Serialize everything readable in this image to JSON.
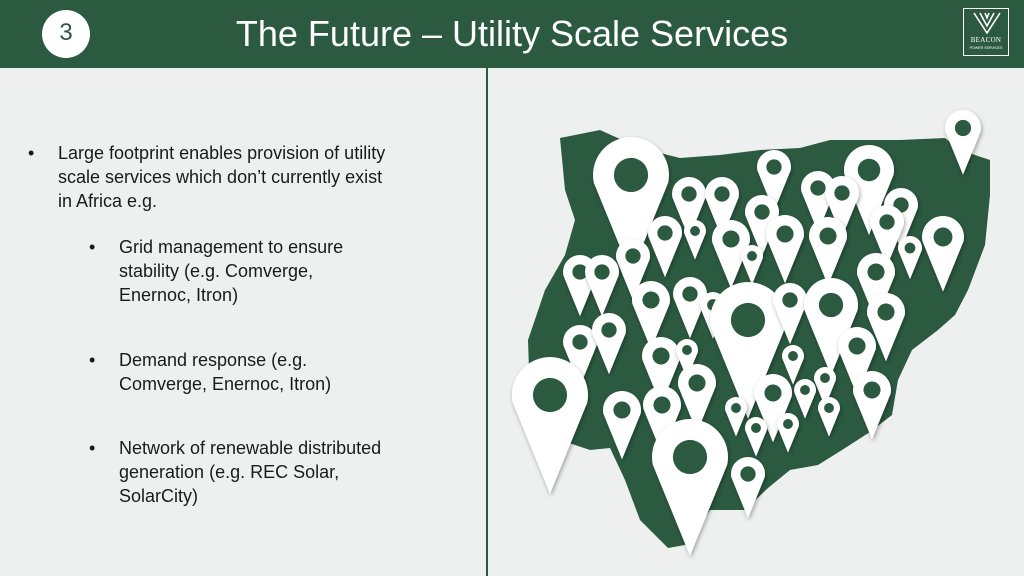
{
  "header": {
    "slide_number": "3",
    "title": "The Future – Utility Scale Services",
    "logo": {
      "name": "BEACON",
      "subtitle": "POWER SERVICES"
    }
  },
  "content": {
    "bullet_symbol": "•",
    "main_bullet": "Large footprint enables provision of utility scale services which don’t currently exist in Africa e.g.",
    "sub_bullets": [
      "Grid management to ensure stability (e.g. Comverge, Enernoc, Itron)",
      "Demand response (e.g. Comverge, Enernoc, Itron)",
      "Network of renewable distributed generation (e.g. REC Solar, SolarCity)"
    ]
  },
  "colors": {
    "header_bg": "#2b5a41",
    "map_fill": "#2b5a41",
    "pin_fill": "#ffffff",
    "body_bg": "#eef0ef"
  }
}
